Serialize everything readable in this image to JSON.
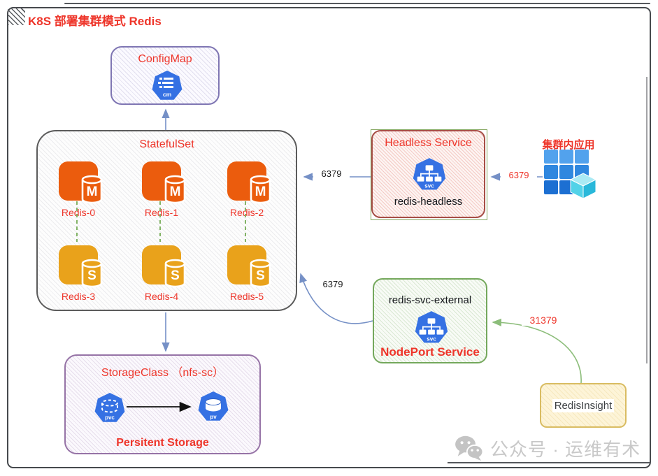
{
  "header": {
    "title": "K8S 部署集群模式 Redis"
  },
  "configmap": {
    "title": "ConfigMap",
    "icon": "cm"
  },
  "statefulset": {
    "title": "StatefulSet",
    "nodes": [
      {
        "label": "Redis-0",
        "role": "M"
      },
      {
        "label": "Redis-1",
        "role": "M"
      },
      {
        "label": "Redis-2",
        "role": "M"
      },
      {
        "label": "Redis-3",
        "role": "S"
      },
      {
        "label": "Redis-4",
        "role": "S"
      },
      {
        "label": "Redis-5",
        "role": "S"
      }
    ]
  },
  "headless_service": {
    "title": "Headless Service",
    "name": "redis-headless",
    "icon": "svc"
  },
  "cluster_app": {
    "label": "集群内应用"
  },
  "nodeport_service": {
    "name": "redis-svc-external",
    "title": "NodePort Service",
    "icon": "svc"
  },
  "storage": {
    "title": "StorageClass （nfs-sc）",
    "caption": "Persitent Storage",
    "pvc": "pvc",
    "pv": "pv"
  },
  "redis_insight": {
    "label": "RedisInsight"
  },
  "ports": {
    "app_to_headless": "6379",
    "headless_to_statefulset": "6379",
    "nodeport_to_statefulset": "6379",
    "insight_to_nodeport": "31379"
  },
  "watermark": {
    "text": "公众号 · 运维有术"
  },
  "colors": {
    "accent_red": "#ee352a",
    "master_orange": "#eb5c0d",
    "replica_amber": "#e9a21b",
    "k8s_blue": "#3571e3",
    "connector_blue": "#7590c6",
    "connector_green": "#8cbd7a",
    "replication_dashed_green": "#82b366",
    "headless_border": "#a64d45",
    "nodeport_border": "#74a85c",
    "storage_border": "#9673a6",
    "configmap_border": "#7f76b3",
    "insight_fill": "#fdf4d8",
    "insight_border": "#d9bc62",
    "watermark_gray": "#c8c8c8"
  }
}
